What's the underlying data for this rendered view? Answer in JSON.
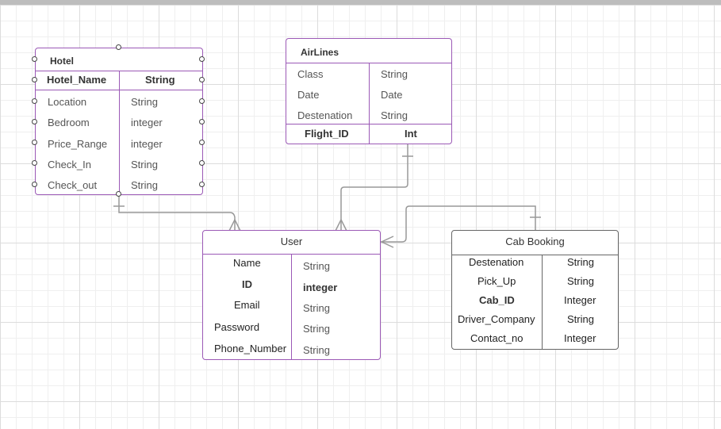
{
  "hotel": {
    "title": "Hotel",
    "header": {
      "name": "Hotel_Name",
      "type": "String"
    },
    "rows": [
      {
        "name": "Location",
        "type": "String"
      },
      {
        "name": "Bedroom",
        "type": "integer"
      },
      {
        "name": "Price_Range",
        "type": "integer"
      },
      {
        "name": "Check_In",
        "type": "String"
      },
      {
        "name": "Check_out",
        "type": "String"
      }
    ]
  },
  "airlines": {
    "title": "AirLines",
    "rows": [
      {
        "name": "Class",
        "type": "String"
      },
      {
        "name": "Date",
        "type": "Date"
      },
      {
        "name": "Destenation",
        "type": "String"
      }
    ],
    "key": {
      "name": "Flight_ID",
      "type": "Int"
    }
  },
  "user": {
    "title": "User",
    "rows": [
      {
        "name": "Name",
        "type": "String"
      },
      {
        "name": "ID",
        "type": "integer"
      },
      {
        "name": "Email",
        "type": "String"
      },
      {
        "name": "Password",
        "type": "String"
      },
      {
        "name": "Phone_Number",
        "type": "String"
      }
    ]
  },
  "cab": {
    "title": "Cab Booking",
    "rows": [
      {
        "name": "Destenation",
        "type": "String"
      },
      {
        "name": "Pick_Up",
        "type": "String"
      },
      {
        "name": "Cab_ID",
        "type": "Integer"
      },
      {
        "name": "Driver_Company",
        "type": "String"
      },
      {
        "name": "Contact_no",
        "type": "Integer"
      }
    ]
  },
  "colors": {
    "entity_border": "#9b59b6",
    "cab_border": "#666666",
    "connector": "#999999"
  }
}
